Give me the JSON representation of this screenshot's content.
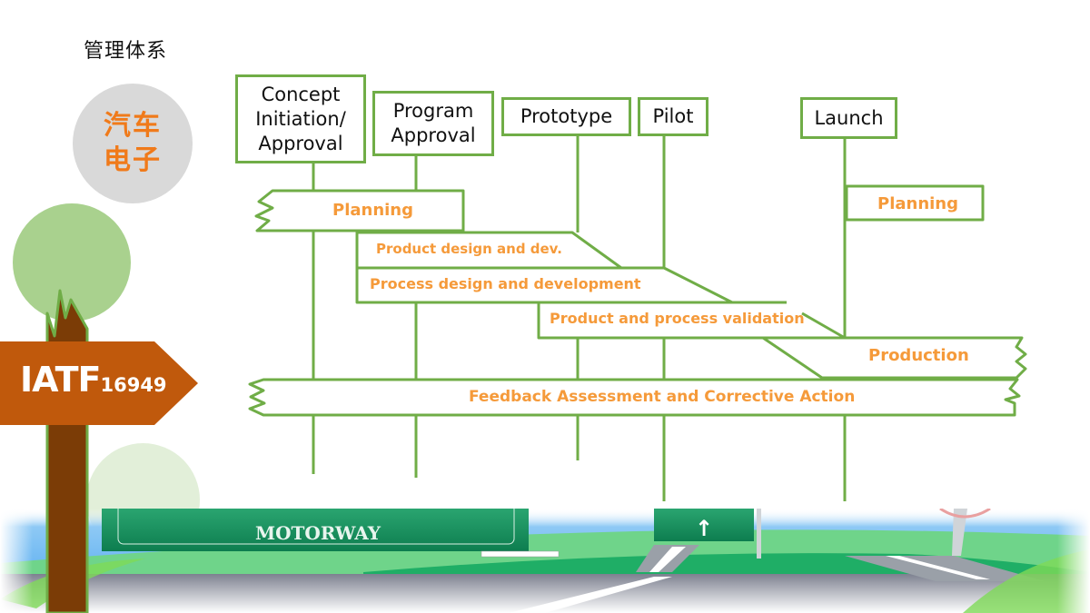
{
  "slide": {
    "title": "管理体系",
    "badge": {
      "line1": "汽车",
      "line2": "电子",
      "text_color": "#f07a1a",
      "bg_color": "#d9d9d9"
    },
    "sign": {
      "main": "IATF",
      "sub": "16949",
      "color": "#c0590c"
    }
  },
  "diagram": {
    "line_color": "#70ad47",
    "label_color": "#f59a3a",
    "milestones": [
      {
        "label": "Concept Initiation/ Approval",
        "lines": [
          "Concept",
          "Initiation/",
          "Approval"
        ]
      },
      {
        "label": "Program Approval",
        "lines": [
          "Program",
          "Approval"
        ]
      },
      {
        "label": "Prototype",
        "lines": [
          "Prototype"
        ]
      },
      {
        "label": "Pilot",
        "lines": [
          "Pilot"
        ]
      },
      {
        "label": "Launch",
        "lines": [
          "Launch"
        ]
      }
    ],
    "phases": [
      {
        "id": "planning-1",
        "label": "Planning"
      },
      {
        "id": "planning-2",
        "label": "Planning"
      },
      {
        "id": "product-design",
        "label": "Product design and dev."
      },
      {
        "id": "process-design",
        "label": "Process design and development"
      },
      {
        "id": "validation",
        "label": "Product and process validation"
      },
      {
        "id": "production",
        "label": "Production"
      },
      {
        "id": "feedback",
        "label": "Feedback Assessment and Corrective Action"
      }
    ]
  },
  "background": {
    "road_sign_text": "MOTORWAY",
    "sign_arrow": "↑"
  }
}
